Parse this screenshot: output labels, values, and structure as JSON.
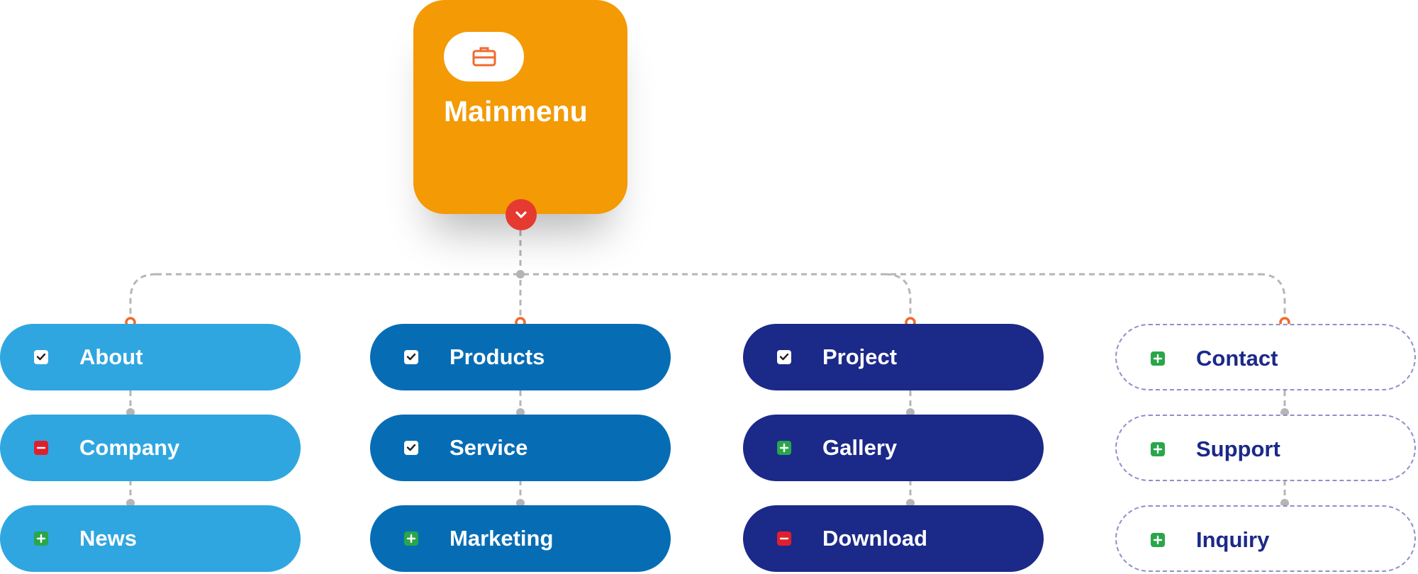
{
  "colors": {
    "root": "#f39a05",
    "toggle": "#e53a2f",
    "col_light": "#2fa6e0",
    "col_mid": "#066db5",
    "col_dark": "#1b2989",
    "outline_text": "#1b2989",
    "connector": "#b5b5b5",
    "port": "#f06a2c",
    "icon_check_bg": "#ffffff",
    "icon_plus_bg": "#2aa64a",
    "icon_minus_bg": "#e01f2d"
  },
  "root": {
    "title": "Mainmenu",
    "icon": "briefcase-icon",
    "toggle_icon": "chevron-down-icon"
  },
  "columns": [
    {
      "style": "solid",
      "color": "#2fa6e0",
      "items": [
        {
          "label": "About",
          "icon": "check"
        },
        {
          "label": "Company",
          "icon": "minus"
        },
        {
          "label": "News",
          "icon": "plus"
        }
      ]
    },
    {
      "style": "solid",
      "color": "#066db5",
      "items": [
        {
          "label": "Products",
          "icon": "check"
        },
        {
          "label": "Service",
          "icon": "check"
        },
        {
          "label": "Marketing",
          "icon": "plus"
        }
      ]
    },
    {
      "style": "solid",
      "color": "#1b2989",
      "items": [
        {
          "label": "Project",
          "icon": "check"
        },
        {
          "label": "Gallery",
          "icon": "plus"
        },
        {
          "label": "Download",
          "icon": "minus"
        }
      ]
    },
    {
      "style": "outline",
      "color": "#1b2989",
      "items": [
        {
          "label": "Contact",
          "icon": "plus"
        },
        {
          "label": "Support",
          "icon": "plus"
        },
        {
          "label": "Inquiry",
          "icon": "plus"
        }
      ]
    }
  ]
}
